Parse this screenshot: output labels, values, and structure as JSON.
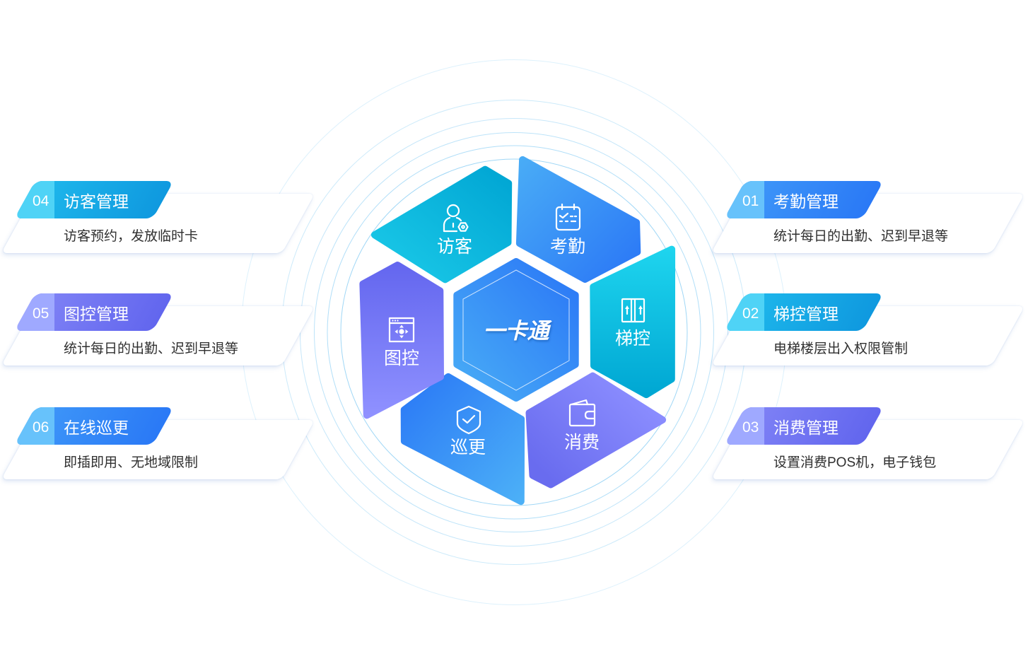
{
  "center": {
    "title": "一卡通",
    "colors": [
      "#49adf6",
      "#2a76f6"
    ]
  },
  "pieces": [
    {
      "id": "visitor",
      "label": "访客",
      "icon": "visitor-icon",
      "colors": [
        "#1ccbe9",
        "#00a5d3"
      ]
    },
    {
      "id": "attendance",
      "label": "考勤",
      "icon": "calendar-icon",
      "colors": [
        "#49acf6",
        "#2a76f6"
      ]
    },
    {
      "id": "elevator",
      "label": "梯控",
      "icon": "elevator-icon",
      "colors": [
        "#1ed4ee",
        "#00a7d3"
      ]
    },
    {
      "id": "consumption",
      "label": "消费",
      "icon": "wallet-icon",
      "colors": [
        "#8c8eff",
        "#696cef"
      ]
    },
    {
      "id": "patrol",
      "label": "巡更",
      "icon": "shield-check-icon",
      "colors": [
        "#2a78f6",
        "#4cb0f7"
      ]
    },
    {
      "id": "map",
      "label": "图控",
      "icon": "map-control-icon",
      "colors": [
        "#6467ef",
        "#8f91ff"
      ]
    }
  ],
  "themes": {
    "cyan": {
      "number_bg": "#4fd3f6",
      "title_bg": [
        "#1fb9ec",
        "#0f99df"
      ]
    },
    "purple": {
      "number_bg": "#9fa9ff",
      "title_bg": [
        "#8184f6",
        "#6266ee"
      ]
    },
    "blue": {
      "number_bg": "#67c2fb",
      "title_bg": [
        "#3f98f8",
        "#2a79f6"
      ]
    }
  },
  "features": {
    "left": [
      {
        "num": "04",
        "title": "访客管理",
        "desc": "访客预约，发放临时卡",
        "theme": "cyan"
      },
      {
        "num": "05",
        "title": "图控管理",
        "desc": "统计每日的出勤、迟到早退等",
        "theme": "purple"
      },
      {
        "num": "06",
        "title": "在线巡更",
        "desc": "即插即用、无地域限制",
        "theme": "blue"
      }
    ],
    "right": [
      {
        "num": "01",
        "title": "考勤管理",
        "desc": "统计每日的出勤、迟到早退等",
        "theme": "blue"
      },
      {
        "num": "02",
        "title": "梯控管理",
        "desc": "电梯楼层出入权限管制",
        "theme": "cyan"
      },
      {
        "num": "03",
        "title": "消费管理",
        "desc": "设置消费POS机，电子钱包",
        "theme": "purple"
      }
    ]
  },
  "ring_color": "#8fd0f5"
}
